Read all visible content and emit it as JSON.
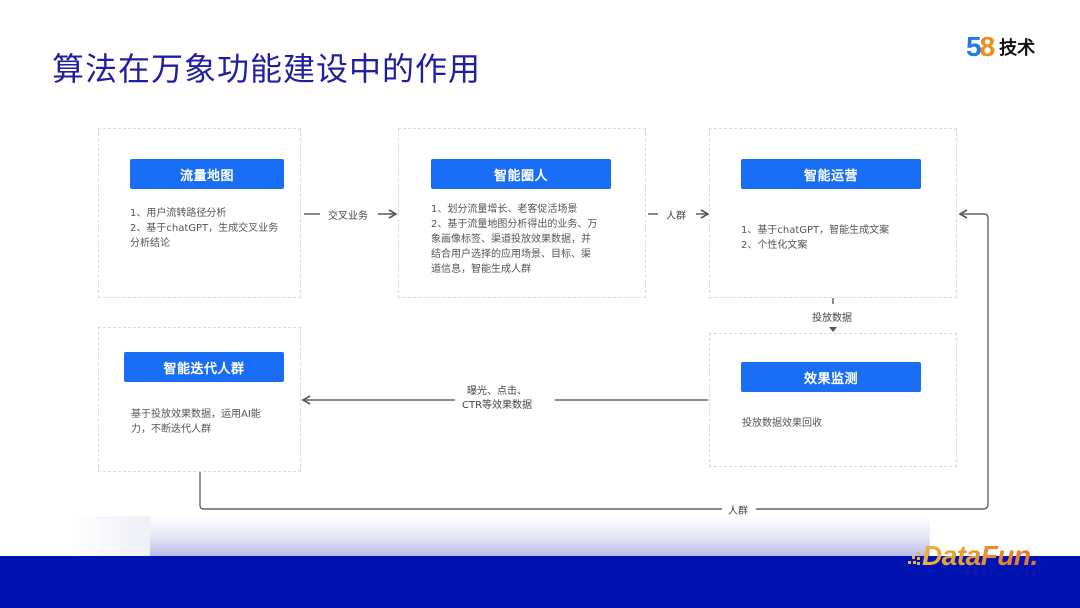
{
  "slide": {
    "title": "算法在万象功能建设中的作用",
    "brand": {
      "digits_5": "5",
      "digits_8": "8",
      "label": "技术"
    },
    "footer_brand": "DataFun.",
    "colors": {
      "title": "#1f1fa0",
      "card_header": "#1a6ef5",
      "footer_band": "#0013b0",
      "arrow": "#666666"
    }
  },
  "cards": {
    "flow_map": {
      "header": "流量地图",
      "lines": [
        "1、用户流转路径分析",
        "2、基于chatGPT，生成交叉业务",
        "分析结论"
      ]
    },
    "smart_audience": {
      "header": "智能圈人",
      "lines": [
        "1、划分流量增长、老客促活场景",
        "2、基于流量地图分析得出的业务、万",
        "象画像标签、渠道投放效果数据，并",
        "结合用户选择的应用场景、目标、渠",
        "道信息，智能生成人群"
      ]
    },
    "smart_ops": {
      "header": "智能运营",
      "lines": [
        "1、基于chatGPT，智能生成文案",
        "2、个性化文案"
      ]
    },
    "iterate_audience": {
      "header": "智能迭代人群",
      "lines": [
        "基于投放效果数据，运用AI能",
        "力，不断迭代人群"
      ]
    },
    "monitoring": {
      "header": "效果监测",
      "lines": [
        "投放数据效果回收"
      ]
    }
  },
  "edges": {
    "cross_business": "交叉业务",
    "audience_1": "人群",
    "delivery_data": "投放数据",
    "feedback_line1": "曝光、点击、",
    "feedback_line2": "CTR等效果数据",
    "audience_loop": "人群"
  }
}
